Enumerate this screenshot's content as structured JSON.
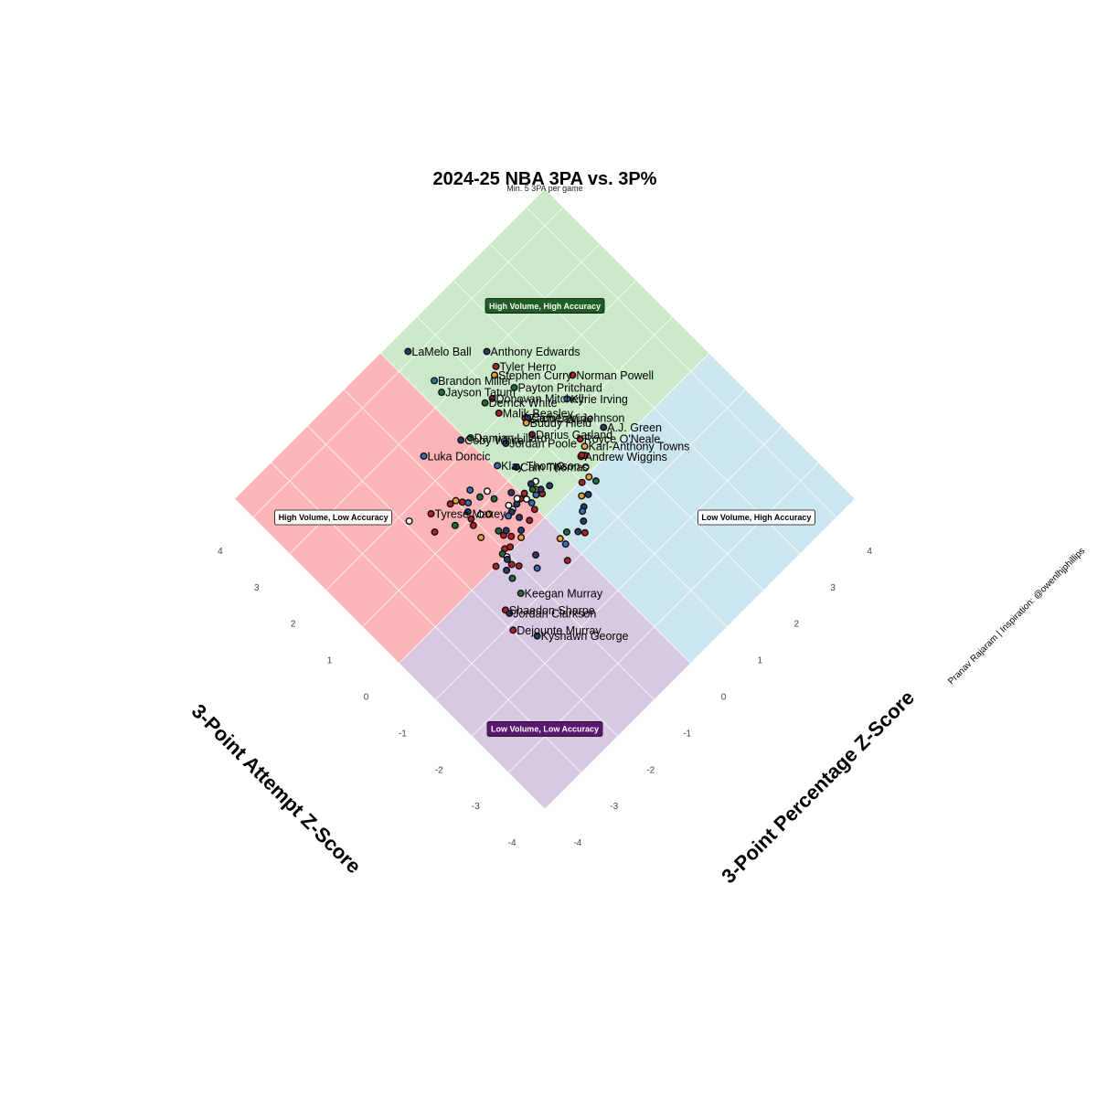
{
  "chart_data": {
    "type": "scatter",
    "title": "2024-25 NBA 3PA vs. 3P%",
    "subtitle": "Min. 5 3PA per game",
    "xlabel": "3-Point Attempt Z-Score",
    "ylabel": "3-Point Percentage Z-Score",
    "credit": "Pranav Rajaram | Inspiration: @owenlhjphillips",
    "xlim": [
      -4,
      4.5
    ],
    "ylim": [
      -4,
      4.5
    ],
    "x_ticks": [
      "-4",
      "-3",
      "-2",
      "-1",
      "0",
      "1",
      "2",
      "3",
      "4"
    ],
    "y_ticks": [
      "-4",
      "-3",
      "-2",
      "-1",
      "0",
      "1",
      "2",
      "3",
      "4"
    ],
    "grid": true,
    "quadrants": [
      {
        "name": "High Volume, High Accuracy",
        "color": "#c9e9c9",
        "label_bg": "#1e5e25",
        "label_fg": "#ffffff"
      },
      {
        "name": "High Volume, Low Accuracy",
        "color": "#fbb5b9",
        "label_bg": "#ffffff",
        "label_fg": "#000000"
      },
      {
        "name": "Low Volume, High Accuracy",
        "color": "#cbe6ee",
        "label_bg": "#ffffff",
        "label_fg": "#000000"
      },
      {
        "name": "Low Volume, Low Accuracy",
        "color": "#d8c8e2",
        "label_bg": "#5a1670",
        "label_fg": "#ffffff"
      }
    ],
    "points": [
      {
        "name": "LaMelo Ball",
        "x": 4.15,
        "y": 0.4,
        "color": "#2b3a67"
      },
      {
        "name": "Anthony Edwards",
        "x": 3.07,
        "y": 1.48,
        "color": "#2b3a67"
      },
      {
        "name": "Tyler Herro",
        "x": 2.74,
        "y": 1.4,
        "color": "#b3202c"
      },
      {
        "name": "Stephen Curry",
        "x": 2.64,
        "y": 1.26,
        "color": "#e8a23a"
      },
      {
        "name": "Payton Pritchard",
        "x": 2.2,
        "y": 1.36,
        "color": "#1f6e3a"
      },
      {
        "name": "Norman Powell",
        "x": 1.57,
        "y": 2.33,
        "color": "#b3202c"
      },
      {
        "name": "Brandon Miller",
        "x": 3.39,
        "y": 0.36,
        "color": "#1e7ba0"
      },
      {
        "name": "Jayson Tatum",
        "x": 3.13,
        "y": 0.3,
        "color": "#1f6e3a"
      },
      {
        "name": "Donovan Mitchell",
        "x": 2.35,
        "y": 0.91,
        "color": "#7a1a2e"
      },
      {
        "name": "Derrick White",
        "x": 2.39,
        "y": 0.75,
        "color": "#1f6e3a"
      },
      {
        "name": "Malik Beasley",
        "x": 2.06,
        "y": 0.8,
        "color": "#b3202c"
      },
      {
        "name": "Kyrie Irving",
        "x": 1.32,
        "y": 1.93,
        "color": "#3a6fb5"
      },
      {
        "name": "Zach LaVine",
        "x": 1.63,
        "y": 1.09,
        "color": "#b3202c"
      },
      {
        "name": "Cameron Johnson",
        "x": 1.6,
        "y": 1.13,
        "color": "#2b3a67"
      },
      {
        "name": "Buddy Hield",
        "x": 1.55,
        "y": 1.04,
        "color": "#e8a23a"
      },
      {
        "name": "Luka Doncic",
        "x": 2.5,
        "y": -0.82,
        "color": "#3a6fb5"
      },
      {
        "name": "Coby White",
        "x": 2.21,
        "y": -0.09,
        "color": "#2b3a67"
      },
      {
        "name": "Damian Lillard",
        "x": 2.11,
        "y": 0.07,
        "color": "#1f6e3a"
      },
      {
        "name": "Jordan Poole",
        "x": 1.55,
        "y": 0.48,
        "color": "#2b3a67"
      },
      {
        "name": "Darius Garland",
        "x": 1.31,
        "y": 0.96,
        "color": "#7a1a2e"
      },
      {
        "name": "A.J. Green",
        "x": 0.43,
        "y": 2.04,
        "color": "#2b3a67"
      },
      {
        "name": "Royce O'Neale",
        "x": 0.59,
        "y": 1.56,
        "color": "#b3202c"
      },
      {
        "name": "Karl-Anthony Towns",
        "x": 0.43,
        "y": 1.52,
        "color": "#e8a23a"
      },
      {
        "name": "Andrew Wiggins",
        "x": 0.34,
        "y": 1.33,
        "color": "#e8a23a"
      },
      {
        "name": "Cam Thomas",
        "x": 1.08,
        "y": 0.3,
        "color": "#2b3a67"
      },
      {
        "name": "Klay Thompson",
        "x": 1.36,
        "y": 0.06,
        "color": "#3a6fb5"
      },
      {
        "name": "Tyrese Maxey",
        "x": 1.61,
        "y": -1.51,
        "color": "#b3202c"
      },
      {
        "name": "Shaedon Sharpe",
        "x": -0.73,
        "y": -1.81,
        "color": "#b3202c"
      },
      {
        "name": "Keegan Murray",
        "x": -0.71,
        "y": -1.37,
        "color": "#1f6e3a"
      },
      {
        "name": "Jordan Clarkson",
        "x": -0.83,
        "y": -1.8,
        "color": "#2b3a67"
      },
      {
        "name": "Dejounte Murray",
        "x": -1.11,
        "y": -1.98,
        "color": "#b3202c"
      },
      {
        "name": "Kyshawn George",
        "x": -1.52,
        "y": -1.73,
        "color": "#2b3a67"
      },
      {
        "name": "",
        "x": 0.3,
        "y": 1.4,
        "color": "#b3202c"
      },
      {
        "name": "",
        "x": 0.35,
        "y": 1.36,
        "color": "#b3202c"
      },
      {
        "name": "",
        "x": 0.49,
        "y": 0.93,
        "color": "#ffffff"
      },
      {
        "name": "",
        "x": 0.13,
        "y": 1.25,
        "color": "#ffffff"
      },
      {
        "name": "",
        "x": -0.2,
        "y": 1.2,
        "color": "#1f6e3a"
      },
      {
        "name": "",
        "x": -0.05,
        "y": 1.16,
        "color": "#e8a23a"
      },
      {
        "name": "",
        "x": -0.03,
        "y": 0.99,
        "color": "#b3202c"
      },
      {
        "name": "",
        "x": -0.28,
        "y": 0.91,
        "color": "#2b3a67"
      },
      {
        "name": "",
        "x": -0.21,
        "y": 0.8,
        "color": "#e8a23a"
      },
      {
        "name": "",
        "x": -0.39,
        "y": 0.68,
        "color": "#2b3a67"
      },
      {
        "name": "",
        "x": -0.43,
        "y": 0.6,
        "color": "#3a6fb5"
      },
      {
        "name": "",
        "x": -0.58,
        "y": 0.48,
        "color": "#2b3a67"
      },
      {
        "name": "",
        "x": -0.76,
        "y": 0.34,
        "color": "#b3202c"
      },
      {
        "name": "",
        "x": -0.65,
        "y": 0.26,
        "color": "#2b3a67"
      },
      {
        "name": "",
        "x": -0.5,
        "y": 0.1,
        "color": "#1f6e3a"
      },
      {
        "name": "",
        "x": -0.9,
        "y": -0.28,
        "color": "#b3202c"
      },
      {
        "name": "",
        "x": -0.65,
        "y": -0.08,
        "color": "#3a6fb5"
      },
      {
        "name": "",
        "x": -0.5,
        "y": -0.08,
        "color": "#e8a23a"
      },
      {
        "name": "",
        "x": 0.37,
        "y": 0.5,
        "color": "#2b3a67"
      },
      {
        "name": "",
        "x": 0.36,
        "y": 0.29,
        "color": "#b3202c"
      },
      {
        "name": "",
        "x": 0.43,
        "y": 0.19,
        "color": "#3a6fb5"
      },
      {
        "name": "",
        "x": 0.51,
        "y": 0.26,
        "color": "#e8a23a"
      },
      {
        "name": "",
        "x": 0.44,
        "y": 0.33,
        "color": "#2b3a67"
      },
      {
        "name": "",
        "x": 0.5,
        "y": 0.0,
        "color": "#ffffff"
      },
      {
        "name": "",
        "x": 0.61,
        "y": 0.05,
        "color": "#b3202c"
      },
      {
        "name": "",
        "x": 0.62,
        "y": 0.37,
        "color": "#ffffff"
      },
      {
        "name": "",
        "x": 0.65,
        "y": 0.27,
        "color": "#2b3a67"
      },
      {
        "name": "",
        "x": 0.55,
        "y": 0.22,
        "color": "#1f6e3a"
      },
      {
        "name": "",
        "x": 0.38,
        "y": 0.02,
        "color": "#3a6fb5"
      },
      {
        "name": "",
        "x": 0.25,
        "y": -0.03,
        "color": "#b3202c"
      },
      {
        "name": "",
        "x": 0.8,
        "y": -0.12,
        "color": "#2b3a67"
      },
      {
        "name": "",
        "x": 0.95,
        "y": -0.44,
        "color": "#1f6e3a"
      },
      {
        "name": "",
        "x": 1.15,
        "y": -0.43,
        "color": "#ffffff"
      },
      {
        "name": "",
        "x": 1.17,
        "y": -0.61,
        "color": "#1f6e3a"
      },
      {
        "name": "",
        "x": 1.4,
        "y": -0.65,
        "color": "#3a6fb5"
      },
      {
        "name": "",
        "x": 1.34,
        "y": -0.92,
        "color": "#b3202c"
      },
      {
        "name": "",
        "x": 1.45,
        "y": -0.99,
        "color": "#e8a23a"
      },
      {
        "name": "",
        "x": 1.48,
        "y": -1.11,
        "color": "#b3202c"
      },
      {
        "name": "",
        "x": 0.92,
        "y": -0.84,
        "color": "#ffffff"
      },
      {
        "name": "",
        "x": 1.31,
        "y": -1.71,
        "color": "#b3202c"
      },
      {
        "name": "",
        "x": 1.81,
        "y": -1.91,
        "color": "#ffffff"
      },
      {
        "name": "",
        "x": 1.12,
        "y": -1.34,
        "color": "#1f6e3a"
      },
      {
        "name": "",
        "x": 1.13,
        "y": -0.98,
        "color": "#2b3a67"
      },
      {
        "name": "",
        "x": 1.25,
        "y": -0.85,
        "color": "#3a6fb5"
      },
      {
        "name": "",
        "x": 0.99,
        "y": -1.03,
        "color": "#b3202c"
      },
      {
        "name": "",
        "x": 0.87,
        "y": -1.09,
        "color": "#b3202c"
      },
      {
        "name": "",
        "x": 0.6,
        "y": -1.15,
        "color": "#e8a23a"
      },
      {
        "name": "",
        "x": 0.81,
        "y": -0.72,
        "color": "#e8a23a"
      },
      {
        "name": "",
        "x": 0.55,
        "y": -0.33,
        "color": "#ffffff"
      },
      {
        "name": "",
        "x": 0.66,
        "y": -0.33,
        "color": "#ffffff"
      },
      {
        "name": "",
        "x": 0.57,
        "y": -0.2,
        "color": "#2b3a67"
      },
      {
        "name": "",
        "x": 0.59,
        "y": -0.08,
        "color": "#b3202c"
      },
      {
        "name": "",
        "x": 0.64,
        "y": -0.12,
        "color": "#ffffff"
      },
      {
        "name": "",
        "x": 0.53,
        "y": -0.38,
        "color": "#2b3a67"
      },
      {
        "name": "",
        "x": 0.52,
        "y": -0.48,
        "color": "#3a6fb5"
      },
      {
        "name": "",
        "x": 0.35,
        "y": -0.35,
        "color": "#2b3a67"
      },
      {
        "name": "",
        "x": 0.17,
        "y": -0.25,
        "color": "#b3202c"
      },
      {
        "name": "",
        "x": 0.15,
        "y": -0.5,
        "color": "#2b3a67"
      },
      {
        "name": "",
        "x": 0.45,
        "y": -0.82,
        "color": "#1f6e3a"
      },
      {
        "name": "",
        "x": 0.32,
        "y": -0.81,
        "color": "#b3202c"
      },
      {
        "name": "",
        "x": 0.35,
        "y": -0.71,
        "color": "#2b3a67"
      },
      {
        "name": "",
        "x": 0.2,
        "y": -0.72,
        "color": "#b3202c"
      },
      {
        "name": "",
        "x": 0.05,
        "y": -0.6,
        "color": "#e8a23a"
      },
      {
        "name": "",
        "x": 0.07,
        "y": -0.88,
        "color": "#b3202c"
      },
      {
        "name": "",
        "x": 0.12,
        "y": -0.98,
        "color": "#b3202c"
      },
      {
        "name": "",
        "x": 0.08,
        "y": -1.08,
        "color": "#1f6e3a"
      },
      {
        "name": "",
        "x": -0.02,
        "y": -1.06,
        "color": "#ffffff"
      },
      {
        "name": "",
        "x": -0.06,
        "y": -1.09,
        "color": "#2b3a67"
      },
      {
        "name": "",
        "x": 0.0,
        "y": -1.34,
        "color": "#b3202c"
      },
      {
        "name": "",
        "x": -0.19,
        "y": -1.1,
        "color": "#b3202c"
      },
      {
        "name": "",
        "x": -0.2,
        "y": -1.25,
        "color": "#2b3a67"
      },
      {
        "name": "",
        "x": -0.31,
        "y": -1.02,
        "color": "#b3202c"
      },
      {
        "name": "",
        "x": -0.39,
        "y": -0.64,
        "color": "#2b3a67"
      },
      {
        "name": "",
        "x": -0.59,
        "y": -0.8,
        "color": "#3a6fb5"
      },
      {
        "name": "",
        "x": -0.39,
        "y": -1.28,
        "color": "#1f6e3a"
      }
    ]
  }
}
